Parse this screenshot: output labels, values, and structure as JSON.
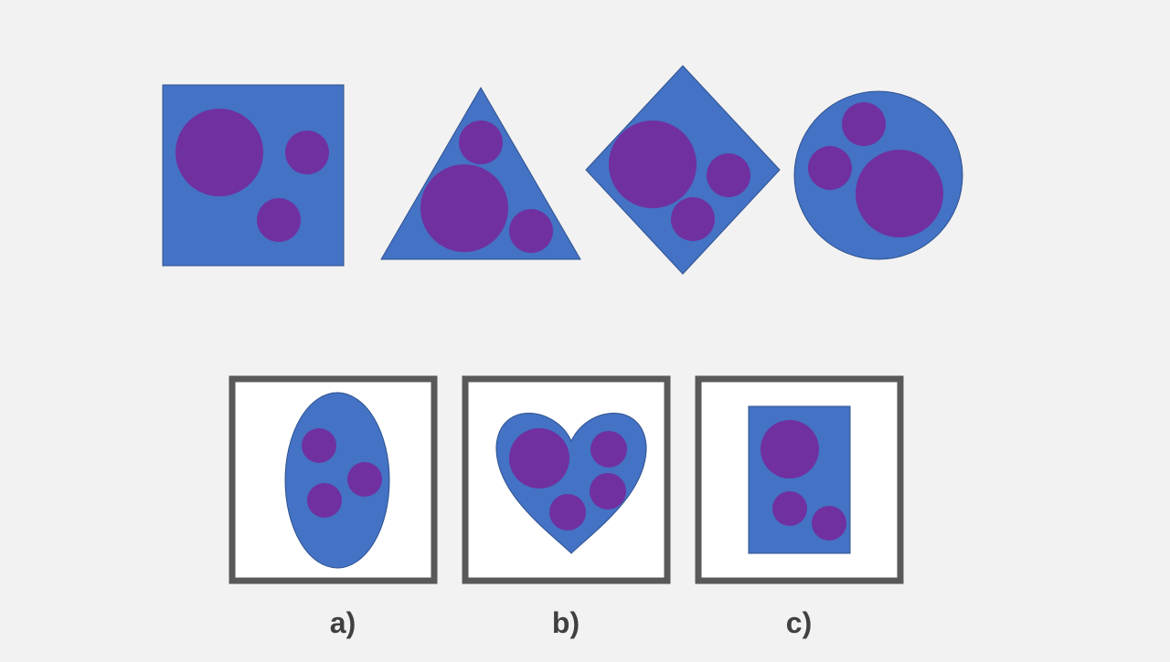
{
  "colors": {
    "background": "#f2f2f2",
    "shape_fill": "#4472c4",
    "shape_stroke": "#2f528f",
    "dot_fill": "#7030a0",
    "frame_stroke": "#595959",
    "frame_fill": "#ffffff",
    "label_color": "#404040"
  },
  "sequence": [
    {
      "shape": "square",
      "large_dots": 1,
      "small_dots": 2
    },
    {
      "shape": "triangle",
      "large_dots": 1,
      "small_dots": 2
    },
    {
      "shape": "diamond",
      "large_dots": 1,
      "small_dots": 2
    },
    {
      "shape": "circle",
      "large_dots": 1,
      "small_dots": 2
    }
  ],
  "options": [
    {
      "label": "a)",
      "shape": "ellipse",
      "large_dots": 0,
      "small_dots": 3
    },
    {
      "label": "b)",
      "shape": "heart",
      "large_dots": 1,
      "small_dots": 3
    },
    {
      "label": "c)",
      "shape": "rectangle",
      "large_dots": 1,
      "small_dots": 2
    }
  ]
}
